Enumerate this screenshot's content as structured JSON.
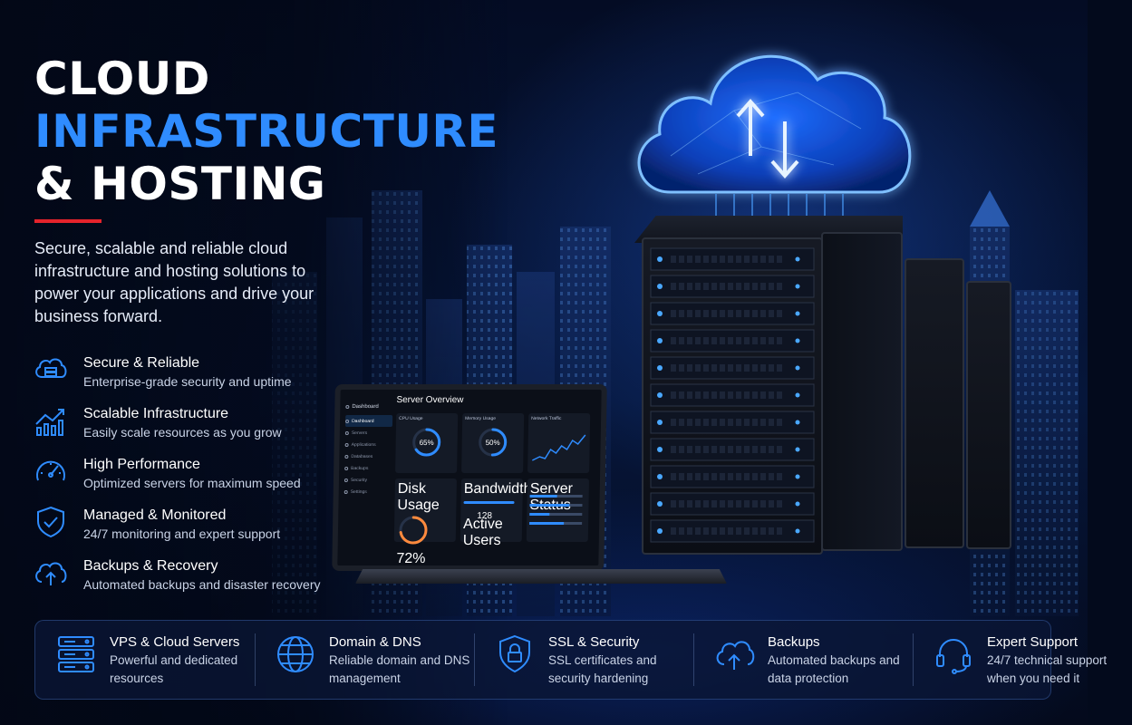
{
  "headline": {
    "line1": "CLOUD",
    "line2": "INFRASTRUCTURE",
    "line3": "& HOSTING"
  },
  "intro": "Secure, scalable and reliable cloud infrastructure and hosting solutions to power your applications and drive your business forward.",
  "features": [
    {
      "icon": "cloud-server-icon",
      "title": "Secure & Reliable",
      "desc": "Enterprise-grade security and uptime"
    },
    {
      "icon": "growth-chart-icon",
      "title": "Scalable Infrastructure",
      "desc": "Easily scale resources as you grow"
    },
    {
      "icon": "speedometer-icon",
      "title": "High Performance",
      "desc": "Optimized servers for maximum speed"
    },
    {
      "icon": "shield-check-icon",
      "title": "Managed & Monitored",
      "desc": "24/7 monitoring and expert support"
    },
    {
      "icon": "cloud-upload-icon",
      "title": "Backups & Recovery",
      "desc": "Automated backups and disaster recovery"
    }
  ],
  "dashboard": {
    "brand": "Dashboard",
    "title": "Server Overview",
    "nav": [
      "Dashboard",
      "Servers",
      "Applications",
      "Databases",
      "Backups",
      "Security",
      "Settings"
    ],
    "cards": [
      {
        "label": "CPU Usage",
        "value": "65%",
        "percent": 65,
        "color": "#2f8cff"
      },
      {
        "label": "Memory Usage",
        "value": "50%",
        "percent": 50,
        "color": "#2f8cff"
      },
      {
        "label": "Network Traffic",
        "value": ""
      }
    ],
    "cards2": [
      {
        "label": "Disk Usage",
        "value": "72%",
        "percent": 72,
        "color": "#ff8a3d"
      },
      {
        "label": "Bandwidth",
        "sub": "Active Users",
        "value": "128"
      },
      {
        "label": "Server Status",
        "value": ""
      }
    ]
  },
  "services": [
    {
      "icon": "server-stack-icon",
      "title": "VPS & Cloud Servers",
      "desc": "Powerful and dedicated resources"
    },
    {
      "icon": "globe-icon",
      "title": "Domain & DNS",
      "desc": "Reliable domain and DNS management"
    },
    {
      "icon": "shield-lock-icon",
      "title": "SSL & Security",
      "desc": "SSL certificates and security hardening"
    },
    {
      "icon": "cloud-backup-icon",
      "title": "Backups",
      "desc": "Automated backups and data protection"
    },
    {
      "icon": "headset-icon",
      "title": "Expert Support",
      "desc": "24/7 technical support when you need it"
    }
  ],
  "colors": {
    "accent": "#2f8cff",
    "rule": "#e5232b",
    "background": "#030a1c"
  }
}
